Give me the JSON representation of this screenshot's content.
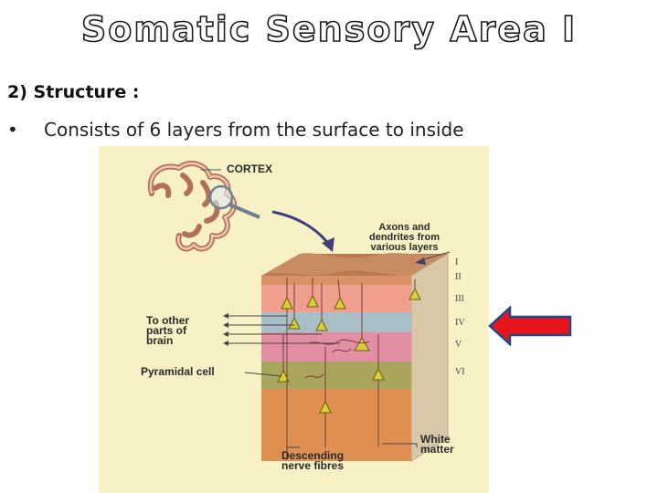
{
  "slide": {
    "title": "Somatic Sensory Area I",
    "heading": "2) Structure :",
    "bullet_marker": "•",
    "bullet_text": "Consists of 6 layers from the surface to inside"
  },
  "figure": {
    "labels": {
      "cortex": "CORTEX",
      "axons": "Axons and\ndendrites from\nvarious layers",
      "to_other": "To other\nparts of\nbrain",
      "pyramidal": "Pyramidal cell",
      "white_matter": "White\nmatter",
      "descending": "Descending\nnerve fibres"
    },
    "layers": [
      "I",
      "II",
      "III",
      "IV",
      "V",
      "VI"
    ]
  },
  "colors": {
    "highlight_arrow": "#e8141c",
    "arrow_border": "#1f4a8a"
  }
}
